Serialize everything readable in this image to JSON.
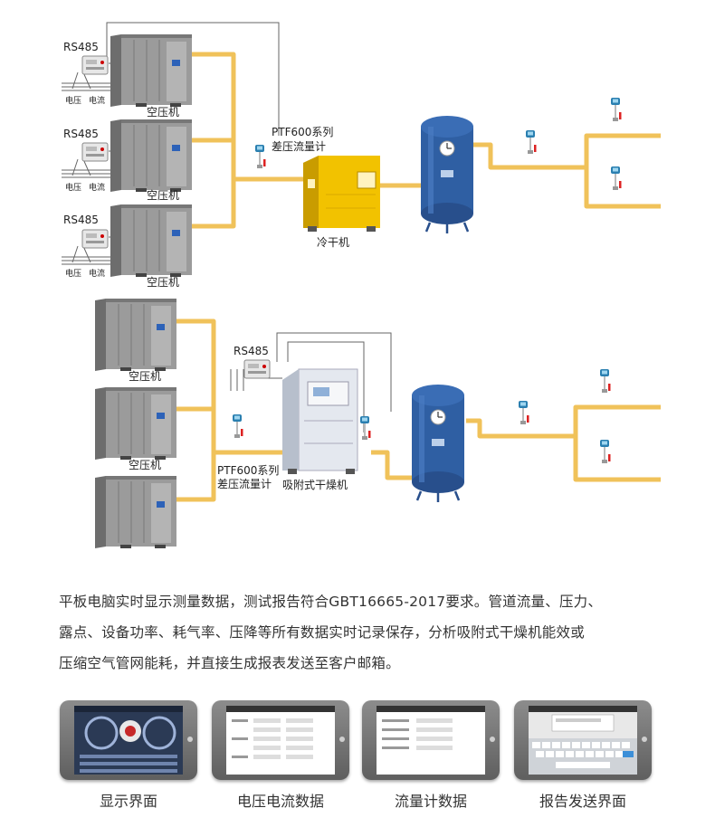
{
  "top_system": {
    "rs485_labels": [
      "RS485",
      "RS485",
      "RS485"
    ],
    "compressor_labels": [
      "空压机",
      "空压机",
      "空压机"
    ],
    "voltage_label": "电压",
    "current_label": "电流",
    "flowmeter_label_line1": "PTF600系列",
    "flowmeter_label_line2": "差压流量计",
    "dryer_label": "冷干机"
  },
  "bottom_system": {
    "compressor_labels": [
      "空压机",
      "空压机"
    ],
    "rs485_label": "RS485",
    "flowmeter_label_line1": "PTF600系列",
    "flowmeter_label_line2": "差压流量计",
    "dryer_label": "吸附式干燥机"
  },
  "description": [
    "平板电脑实时显示测量数据，测试报告符合GBT16665-2017要求。管道流量、压力、",
    "露点、设备功率、耗气率、压降等所有数据实时记录保存，分析吸附式干燥机能效或",
    "压缩空气管网能耗，并直接生成报表发送至客户邮箱。"
  ],
  "tablets": [
    {
      "caption": "显示界面"
    },
    {
      "caption": "电压电流数据"
    },
    {
      "caption": "流量计数据"
    },
    {
      "caption": "报告发送界面"
    }
  ],
  "colors": {
    "pipe": "#f0c25a",
    "compressor_body": "#9a9a9a",
    "tank": "#2f5fa3",
    "dryer": "#f2c200",
    "adsorption_dryer": "#e4e8ef"
  }
}
